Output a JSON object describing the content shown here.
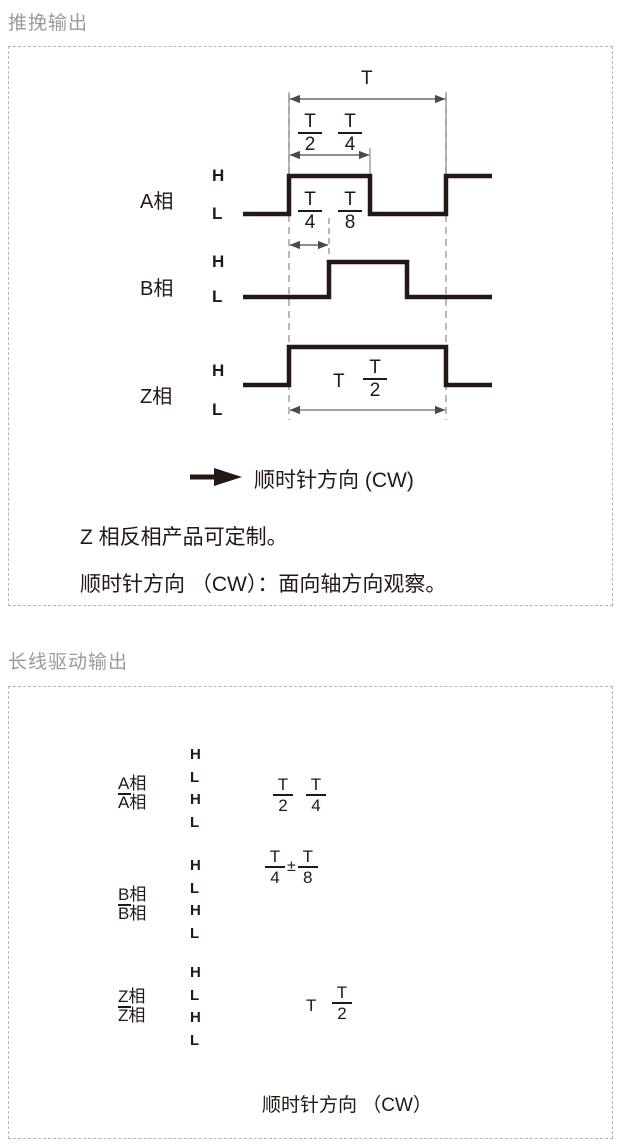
{
  "sections": [
    {
      "title": "推挽输出",
      "channels": [
        {
          "name": "A相",
          "levels": [
            "H",
            "L"
          ]
        },
        {
          "name": "B相",
          "levels": [
            "H",
            "L"
          ]
        },
        {
          "name": "Z相",
          "levels": [
            "H",
            "L"
          ]
        }
      ],
      "dimensions": {
        "period": "T",
        "a_top_left_num": "T",
        "a_top_left_den": "2",
        "a_top_right_num": "T",
        "a_top_right_den": "4",
        "a_bot_left_num": "T",
        "a_bot_left_den": "4",
        "a_bot_right_num": "T",
        "a_bot_right_den": "8",
        "z_prefix": "T",
        "z_num": "T",
        "z_den": "2"
      },
      "direction_label": "顺时针方向 (CW)",
      "notes": [
        "Z 相反相产品可定制。",
        "顺时针方向 （CW）：面向轴方向观察。"
      ]
    },
    {
      "title": "长线驱动输出",
      "channels": [
        {
          "name": "A相",
          "name_inv": "A相",
          "inv_bar": true,
          "levels": [
            "H",
            "L",
            "H",
            "L"
          ]
        },
        {
          "name": "B相",
          "name_inv": "B相",
          "inv_bar": true,
          "levels": [
            "H",
            "L",
            "H",
            "L"
          ]
        },
        {
          "name": "Z相",
          "name_inv": "Z相",
          "inv_bar": true,
          "levels": [
            "H",
            "L",
            "H",
            "L"
          ]
        }
      ],
      "dimensions": {
        "a_left_num": "T",
        "a_left_den": "2",
        "a_right_num": "T",
        "a_right_den": "4",
        "b_left_num": "T",
        "b_left_den": "4",
        "b_pm": "±",
        "b_right_num": "T",
        "b_right_den": "8",
        "z_prefix": "T",
        "z_num": "T",
        "z_den": "2"
      },
      "direction_label": "顺时针方向 （CW）"
    }
  ],
  "colors": {
    "waveform": "#231815",
    "dimension_line": "#6b6b6b",
    "guide_dash": "#9a9a9a",
    "box_border": "#b5b5b5",
    "title": "#9b9b9b",
    "text": "#231815"
  }
}
